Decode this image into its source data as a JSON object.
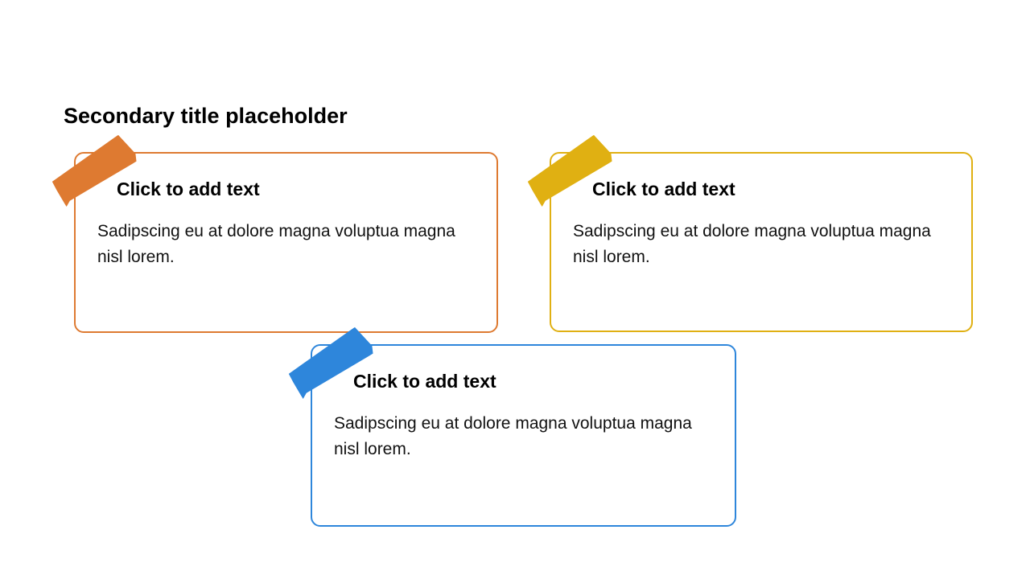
{
  "slide": {
    "title": "Secondary title placeholder",
    "cards": [
      {
        "name": "orange",
        "accent": "#DE7A31",
        "icon": "tape-icon",
        "heading": "Click to add text",
        "body": "Sadipscing eu at dolore magna voluptua magna nisl lorem."
      },
      {
        "name": "yellow",
        "accent": "#E0B012",
        "icon": "tape-icon",
        "heading": "Click to add text",
        "body": "Sadipscing eu at dolore magna voluptua magna nisl lorem."
      },
      {
        "name": "blue",
        "accent": "#2E86DB",
        "icon": "tape-icon",
        "heading": "Click to add text",
        "body": "Sadipscing eu at dolore magna voluptua magna nisl lorem."
      }
    ]
  }
}
